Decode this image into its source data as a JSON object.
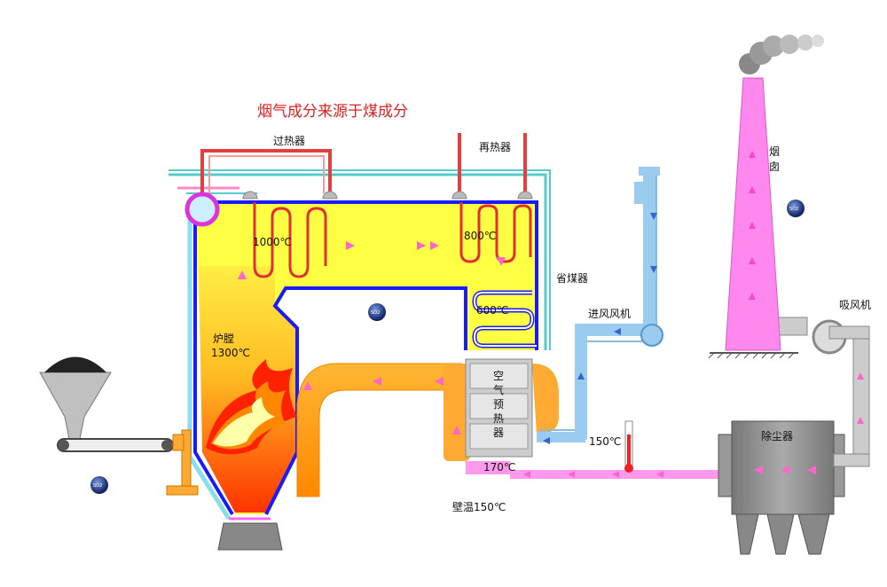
{
  "title": "烟气成分来源于煤成分",
  "labels": {
    "superheater": "过热器",
    "reheater": "再热器",
    "economizer": "省煤器",
    "air_inlet_fan": "进风风机",
    "induced_fan": "吸风机",
    "chimney_1": "烟",
    "chimney_2": "囱",
    "furnace_1": "炉膛",
    "furnace_2": "1300℃",
    "dust_collector": "除尘器",
    "air_preheater_1": "空",
    "air_preheater_2": "气",
    "air_preheater_3": "预",
    "air_preheater_4": "热",
    "air_preheater_5": "器"
  },
  "temperatures": {
    "t1000": "1000℃",
    "t800": "800℃",
    "t600": "600℃",
    "t150": "150℃",
    "t170": "170℃",
    "wall": "壁温150℃"
  },
  "molecule_label": "SO2",
  "colors": {
    "boiler_fill": "#ffff44",
    "boiler_wall": "#1a1aff",
    "pipe_red": "#e03030",
    "flue_orange": "#ff9900",
    "air_blue": "#99ccee",
    "flue_pink": "#ff99ee",
    "chimney_pink": "#ff88ee",
    "dust_grey": "#888888"
  }
}
